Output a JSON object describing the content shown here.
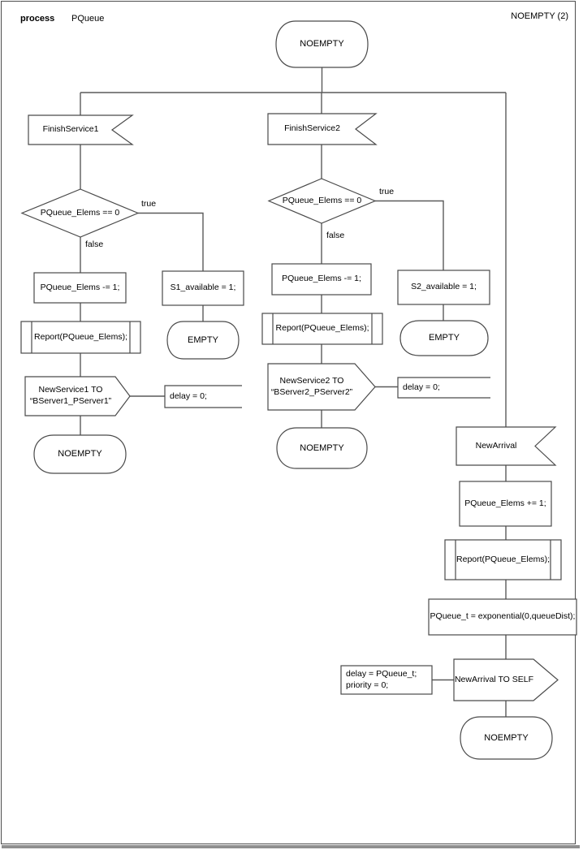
{
  "header": {
    "doc_type": "process",
    "process_name": "PQueue",
    "page_label": "NOEMPTY (2)"
  },
  "top": {
    "state": "NOEMPTY"
  },
  "branch1": {
    "input": "FinishService1",
    "condition": "PQueue_Elems == 0",
    "true_label": "true",
    "false_label": "false",
    "task": "PQueue_Elems -= 1;",
    "procedure": "Report(PQueue_Elems);",
    "output_line1": "NewService1 TO",
    "output_line2": "“BServer1_PServer1”",
    "note": "delay = 0;",
    "end_state": "NOEMPTY",
    "true_task": "S1_available = 1;",
    "true_end_state": "EMPTY"
  },
  "branch2": {
    "input": "FinishService2",
    "condition": "PQueue_Elems == 0",
    "true_label": "true",
    "false_label": "false",
    "task": "PQueue_Elems -= 1;",
    "procedure": "Report(PQueue_Elems);",
    "output_line1": "NewService2 TO",
    "output_line2": "“BServer2_PServer2”",
    "note": "delay = 0;",
    "end_state": "NOEMPTY",
    "true_task": "S2_available = 1;",
    "true_end_state": "EMPTY"
  },
  "branch3": {
    "input": "NewArrival",
    "task_increment": "PQueue_Elems += 1;",
    "procedure": "Report(PQueue_Elems);",
    "task_sample": "PQueue_t = exponential(0,queueDist);",
    "output": "NewArrival TO SELF",
    "note_line1": "delay = PQueue_t;",
    "note_line2": "priority = 0;",
    "end_state": "NOEMPTY"
  }
}
